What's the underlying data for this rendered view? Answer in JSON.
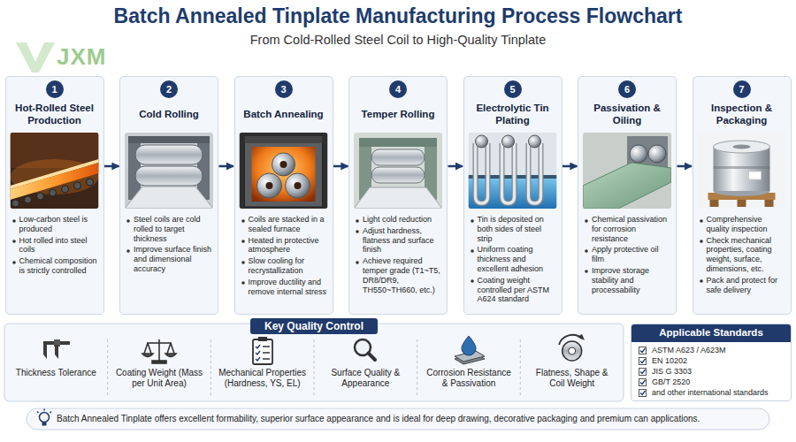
{
  "diagram": {
    "title": "Batch Annealed Tinplate Manufacturing Process Flowchart",
    "caption": "Batch Annealed Tinplate offers excellent formability, superior surface appearance and is ideal for deep drawing, decorative packaging and premium can applications.",
    "nodes": [
      {
        "text": [
          "Hot-Rolled Steel Production",
          "Low-carbon steel is produced",
          "Hot rolled into steel coils",
          "Chemical composition is strictly controlled"
        ]
      },
      {
        "text": [
          "1"
        ],
        "in": 0
      },
      {
        "text": [
          "Cold Rolling",
          "Steel coils are cold rolled to target thickness",
          "Improve surface finish and dimensional accuracy"
        ]
      },
      {
        "text": [
          "2"
        ],
        "in": 2
      },
      {
        "text": [
          "Batch Annealing",
          "Coils are stacked in a sealed furnace",
          "Heated in protective atmosphere",
          "Slow cooling for recrystallization",
          "Improve ductility and remove internal stress"
        ]
      },
      {
        "text": [
          "3"
        ],
        "in": 4
      },
      {
        "text": [
          "Temper Rolling",
          "Light cold reduction",
          "Adjust hardness, flatness and surface finish",
          "Achieve required temper grade (T1~T5, DR8/DR9, TH550~TH660, etc.)"
        ]
      },
      {
        "text": [
          "4"
        ],
        "in": 6
      },
      {
        "text": [
          "Electrolytic Tin Plating",
          "Tin is deposited on both sides of steel strip",
          "Uniform coating thickness and excellent adhesion",
          "Coating weight controlled per ASTM A624 standard"
        ]
      },
      {
        "text": [
          "5"
        ],
        "in": 8
      },
      {
        "text": [
          "Passivation & Oiling",
          "Chemical passivation for corrosion resistance",
          "Apply protective oil film",
          "Improve storage stability and processability"
        ]
      },
      {
        "text": [
          "6"
        ],
        "in": 10
      },
      {
        "text": [
          "Inspection & Packaging",
          "Comprehensive quality inspection",
          "Check mechanical properties, coating weight, surface, dimensions, etc.",
          "Pack and protect for safe delivery"
        ]
      },
      {
        "text": [
          "7"
        ],
        "in": 12
      },
      {
        "text": [
          "Key Quality Control",
          "Thickness Tolerance",
          "Coating Weight (Mass per Unit Area)",
          "Mechanical Properties (Hardness, YS, EL)",
          "Surface Quality & Appearance",
          "Corrosion Resistance & Passivation",
          "Flatness, Shape & Coil Weight"
        ]
      },
      {
        "text": [
          "Applicable Standards",
          "ASTM A623 / A623M",
          "EN 10202",
          "JIS G 3303",
          "GB/T 2520",
          "and other international standards"
        ]
      }
    ],
    "edges": [
      {
        "from": 0,
        "to": 2,
        "arrow": "to"
      },
      {
        "from": 2,
        "to": 4,
        "arrow": "to"
      },
      {
        "from": 4,
        "to": 6,
        "arrow": "to"
      },
      {
        "from": 6,
        "to": 8,
        "arrow": "to"
      },
      {
        "from": 8,
        "to": 10,
        "arrow": "to"
      },
      {
        "from": 10,
        "to": 12,
        "arrow": "to"
      }
    ],
    "labels": [
      "From Cold-Rolled Steel Coil to High-Quality Tinplate",
      "JXM"
    ]
  }
}
